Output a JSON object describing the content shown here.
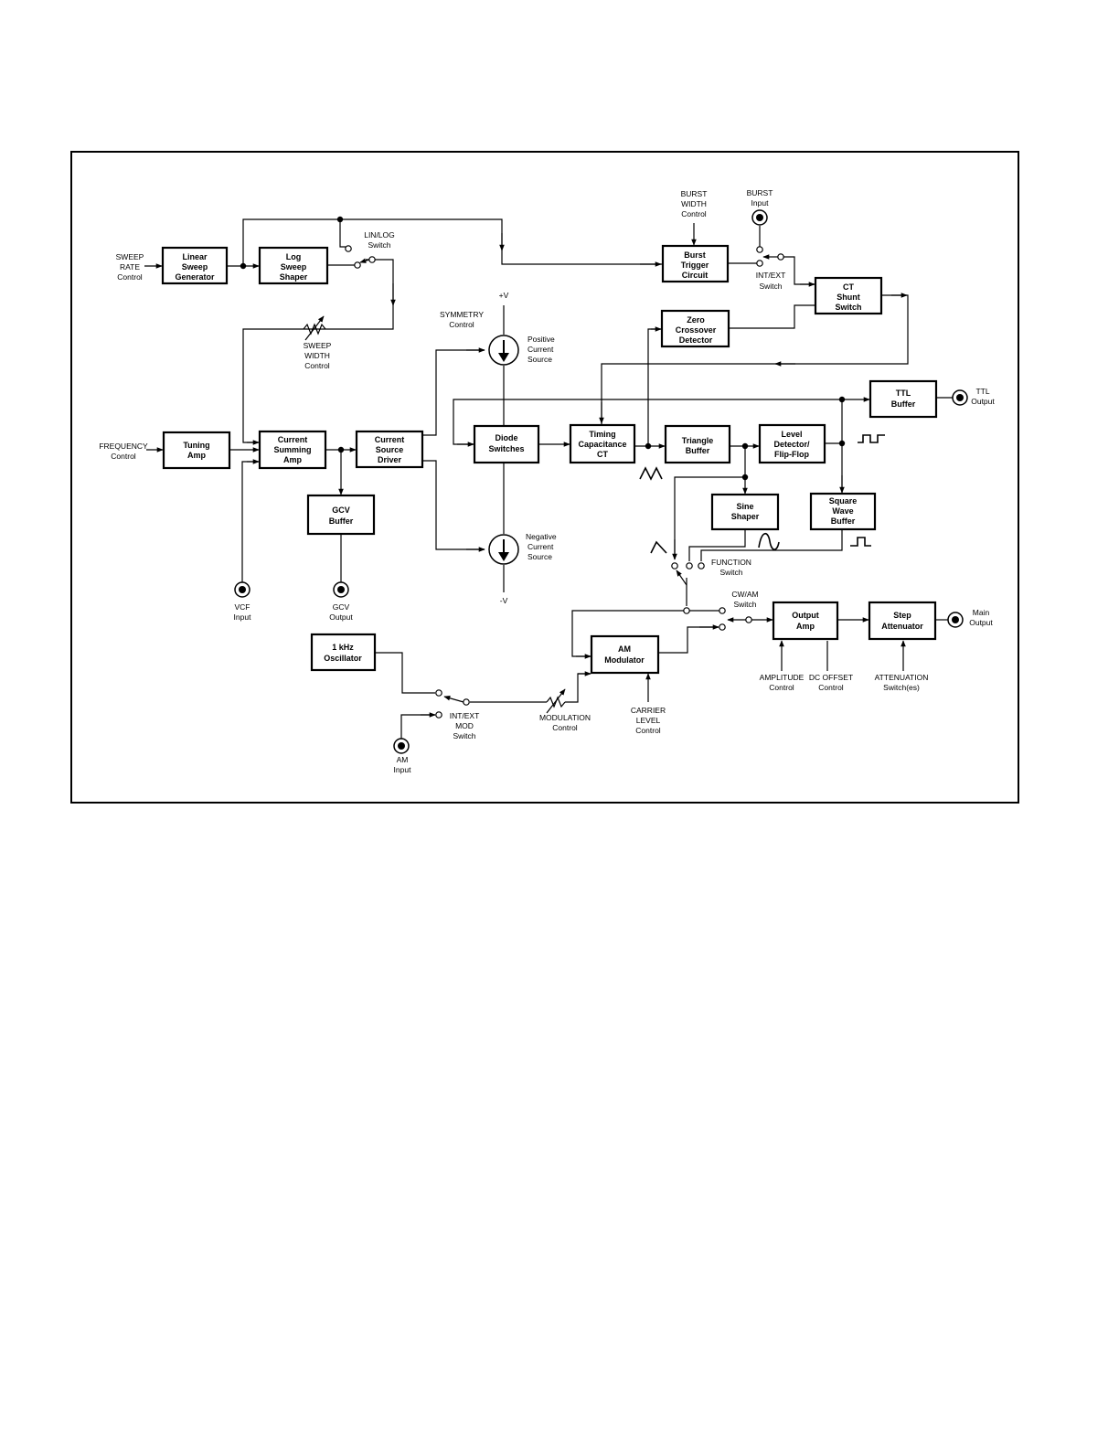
{
  "blocks": {
    "linear_sweep": [
      "Linear",
      "Sweep",
      "Generator"
    ],
    "log_sweep": [
      "Log",
      "Sweep",
      "Shaper"
    ],
    "burst_trigger": [
      "Burst",
      "Trigger",
      "Circuit"
    ],
    "ct_shunt": [
      "CT",
      "Shunt",
      "Switch"
    ],
    "zero_crossover": [
      "Zero",
      "Crossover",
      "Detector"
    ],
    "ttl_buffer": [
      "TTL",
      "Buffer"
    ],
    "tuning_amp": [
      "Tuning",
      "Amp"
    ],
    "current_summing": [
      "Current",
      "Summing",
      "Amp"
    ],
    "current_source_driver": [
      "Current",
      "Source",
      "Driver"
    ],
    "diode_switches": [
      "Diode",
      "Switches"
    ],
    "timing_capacitance": [
      "Timing",
      "Capacitance",
      "CT"
    ],
    "triangle_buffer": [
      "Triangle",
      "Buffer"
    ],
    "level_detector": [
      "Level",
      "Detector/",
      "Flip-Flop"
    ],
    "gcv_buffer": [
      "GCV",
      "Buffer"
    ],
    "sine_shaper": [
      "Sine",
      "Shaper"
    ],
    "square_wave_buffer": [
      "Square",
      "Wave",
      "Buffer"
    ],
    "output_amp": [
      "Output",
      "Amp"
    ],
    "step_attenuator": [
      "Step",
      "Attenuator"
    ],
    "oscillator_1khz": [
      "1 kHz",
      "Oscillator"
    ],
    "am_modulator": [
      "AM",
      "Modulator"
    ]
  },
  "labels": {
    "sweep_rate": [
      "SWEEP",
      "RATE",
      "Control"
    ],
    "lin_log": [
      "LIN/LOG",
      "Switch"
    ],
    "burst_width": [
      "BURST",
      "WIDTH",
      "Control"
    ],
    "burst_input": [
      "BURST",
      "Input"
    ],
    "int_ext": [
      "INT/EXT",
      "Switch"
    ],
    "sweep_width": [
      "SWEEP",
      "WIDTH",
      "Control"
    ],
    "symmetry": [
      "SYMMETRY",
      "Control"
    ],
    "plus_v": "+V",
    "minus_v": "-V",
    "positive_current": [
      "Positive",
      "Current",
      "Source"
    ],
    "negative_current": [
      "Negative",
      "Current",
      "Source"
    ],
    "ttl_output": [
      "TTL",
      "Output"
    ],
    "frequency": [
      "FREQUENCY",
      "Control"
    ],
    "vcf_input": [
      "VCF",
      "Input"
    ],
    "gcv_output": [
      "GCV",
      "Output"
    ],
    "function_switch": [
      "FUNCTION",
      "Switch"
    ],
    "cw_am": [
      "CW/AM",
      "Switch"
    ],
    "main_output": [
      "Main",
      "Output"
    ],
    "amplitude": [
      "AMPLITUDE",
      "Control"
    ],
    "dc_offset": [
      "DC OFFSET",
      "Control"
    ],
    "attenuation": [
      "ATTENUATION",
      "Switch(es)"
    ],
    "int_ext_mod": [
      "INT/EXT",
      "MOD",
      "Switch"
    ],
    "modulation": [
      "MODULATION",
      "Control"
    ],
    "carrier_level": [
      "CARRIER",
      "LEVEL",
      "Control"
    ],
    "am_input": [
      "AM",
      "Input"
    ]
  }
}
